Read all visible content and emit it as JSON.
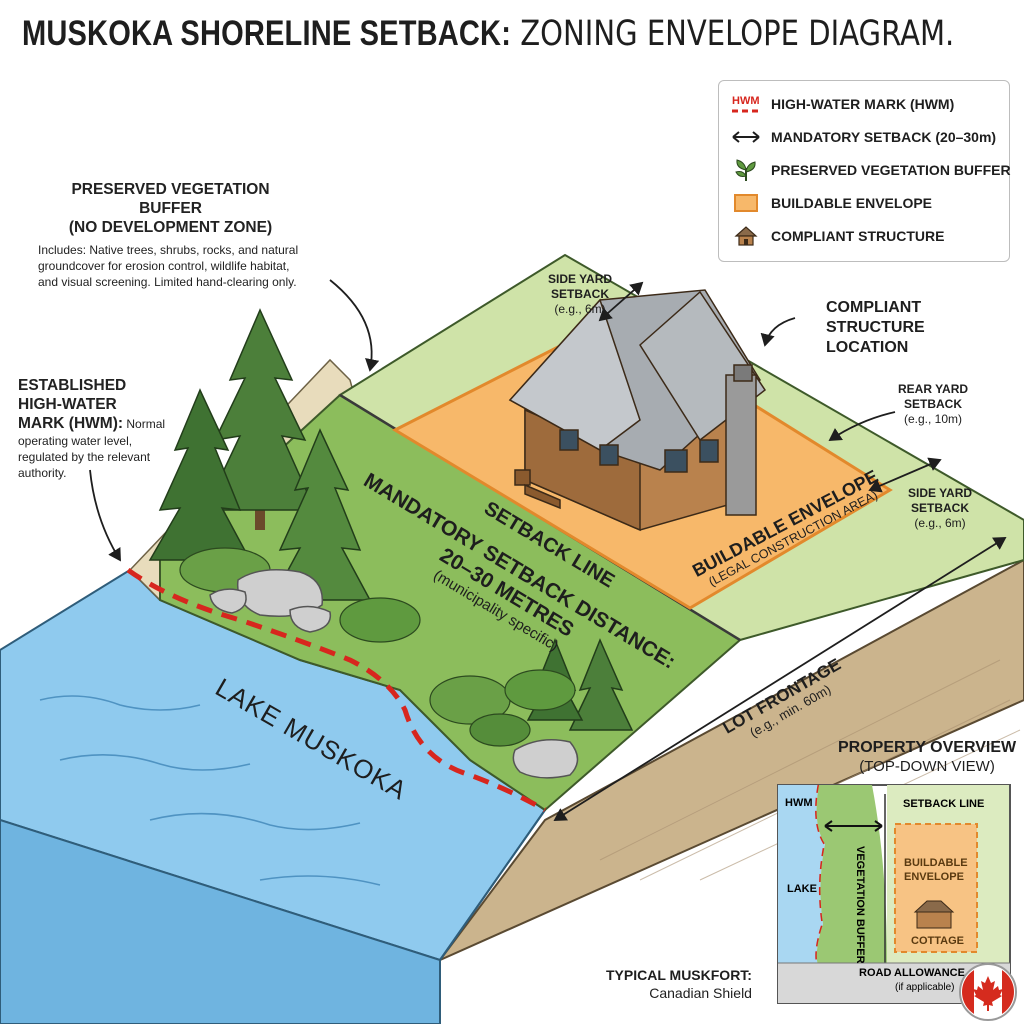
{
  "title": {
    "bold": "MUSKOKA SHORELINE SETBACK:",
    "light": "ZONING ENVELOPE DIAGRAM."
  },
  "legend": [
    {
      "icon": "hwm-dashed-line-icon",
      "badge": "HWM",
      "label": "HIGH-WATER MARK (HWM)"
    },
    {
      "icon": "double-arrow-icon",
      "label": "MANDATORY SETBACK (20–30m)"
    },
    {
      "icon": "plant-icon",
      "label": "PRESERVED VEGETATION BUFFER"
    },
    {
      "icon": "orange-square-icon",
      "label": "BUILDABLE ENVELOPE"
    },
    {
      "icon": "house-icon",
      "label": "COMPLIANT STRUCTURE"
    }
  ],
  "buffer_note": {
    "heading_1": "PRESERVED VEGETATION BUFFER",
    "heading_2": "(NO DEVELOPMENT ZONE)",
    "body_1": "Includes: Native trees, shrubs, rocks, and natural",
    "body_2": "groundcover for erosion control, wildlife habitat,",
    "body_3": "and visual screening. Limited hand-clearing only."
  },
  "hwm_note": {
    "heading_1": "ESTABLISHED",
    "heading_2": "HIGH-WATER",
    "heading_3": "MARK (HWM):",
    "body_1": "Normal",
    "body_2": "operating water level,",
    "body_3": "regulated by the relevant",
    "body_4": "authority."
  },
  "side_yard_top": {
    "title_1": "SIDE YARD",
    "title_2": "SETBACK",
    "value": "(e.g., 6m)"
  },
  "compliant_location": {
    "line_1": "COMPLIANT",
    "line_2": "STRUCTURE",
    "line_3": "LOCATION"
  },
  "rear_yard": {
    "title_1": "REAR YARD",
    "title_2": "SETBACK",
    "value": "(e.g., 10m)"
  },
  "side_yard_right": {
    "title_1": "SIDE YARD",
    "title_2": "SETBACK",
    "value": "(e.g., 6m)"
  },
  "setback_line_label": "SETBACK LINE",
  "buildable": {
    "title": "BUILDABLE ENVELOPE",
    "sub": "(LEGAL CONSTRUCTION AREA)"
  },
  "mandatory": {
    "line_1": "MANDATORY SETBACK DISTANCE:",
    "line_2": "20–30 METRES",
    "sub": "(municipality specific)"
  },
  "lake_label": "LAKE MUSKOKA",
  "lot_frontage": {
    "title": "LOT FRONTAGE",
    "value": "(e.g., min. 60m)"
  },
  "overview": {
    "title": "PROPERTY OVERVIEW",
    "subtitle": "(TOP-DOWN VIEW)",
    "hwm": "HWM",
    "setback_line": "SETBACK LINE",
    "lake": "LAKE",
    "buffer": "VEGETATION BUFFER",
    "buildable_1": "BUILDABLE",
    "buildable_2": "ENVELOPE",
    "cottage": "COTTAGE",
    "road": "ROAD ALLOWANCE",
    "road_sub": "(if applicable)"
  },
  "typical": {
    "title": "TYPICAL MUSKFORT:",
    "sub": "Canadian Shield"
  },
  "colors": {
    "water": "#7ec3ea",
    "hwm_red": "#d7261e",
    "buffer_green": "#8fbf63",
    "lawn_green": "#cfe3a8",
    "buildable_orange": "#f7b86a",
    "soil": "#d9c6a3"
  }
}
